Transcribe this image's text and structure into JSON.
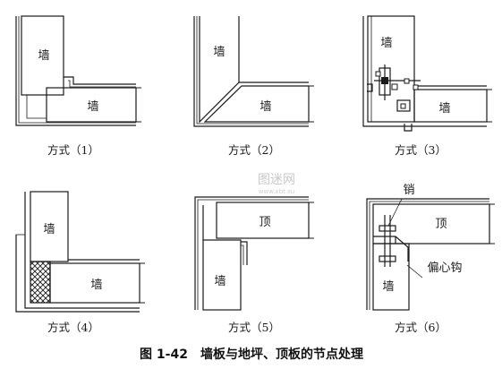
{
  "figure": {
    "title": "图 1-42　墙板与地坪、顶板的节点处理"
  },
  "panels": [
    {
      "caption": "方式（1）",
      "labels": [
        "墙",
        "墙"
      ]
    },
    {
      "caption": "方式（2）",
      "labels": [
        "墙",
        "墙"
      ]
    },
    {
      "caption": "方式（3）",
      "labels": [
        "墙",
        "墙"
      ]
    },
    {
      "caption": "方式（4）",
      "labels": [
        "墙",
        "墙"
      ]
    },
    {
      "caption": "方式（5）",
      "labels": [
        "顶",
        "墙"
      ]
    },
    {
      "caption": "方式（6）",
      "labels": [
        "顶",
        "墙"
      ],
      "callouts": [
        "销",
        "偏心钩"
      ]
    }
  ],
  "watermark": {
    "line1": "图迷网",
    "line2": "www.xbt.su"
  },
  "colors": {
    "ink": "#1a1a1a",
    "hatch": "#1a1a1a",
    "background": "#ffffff"
  }
}
